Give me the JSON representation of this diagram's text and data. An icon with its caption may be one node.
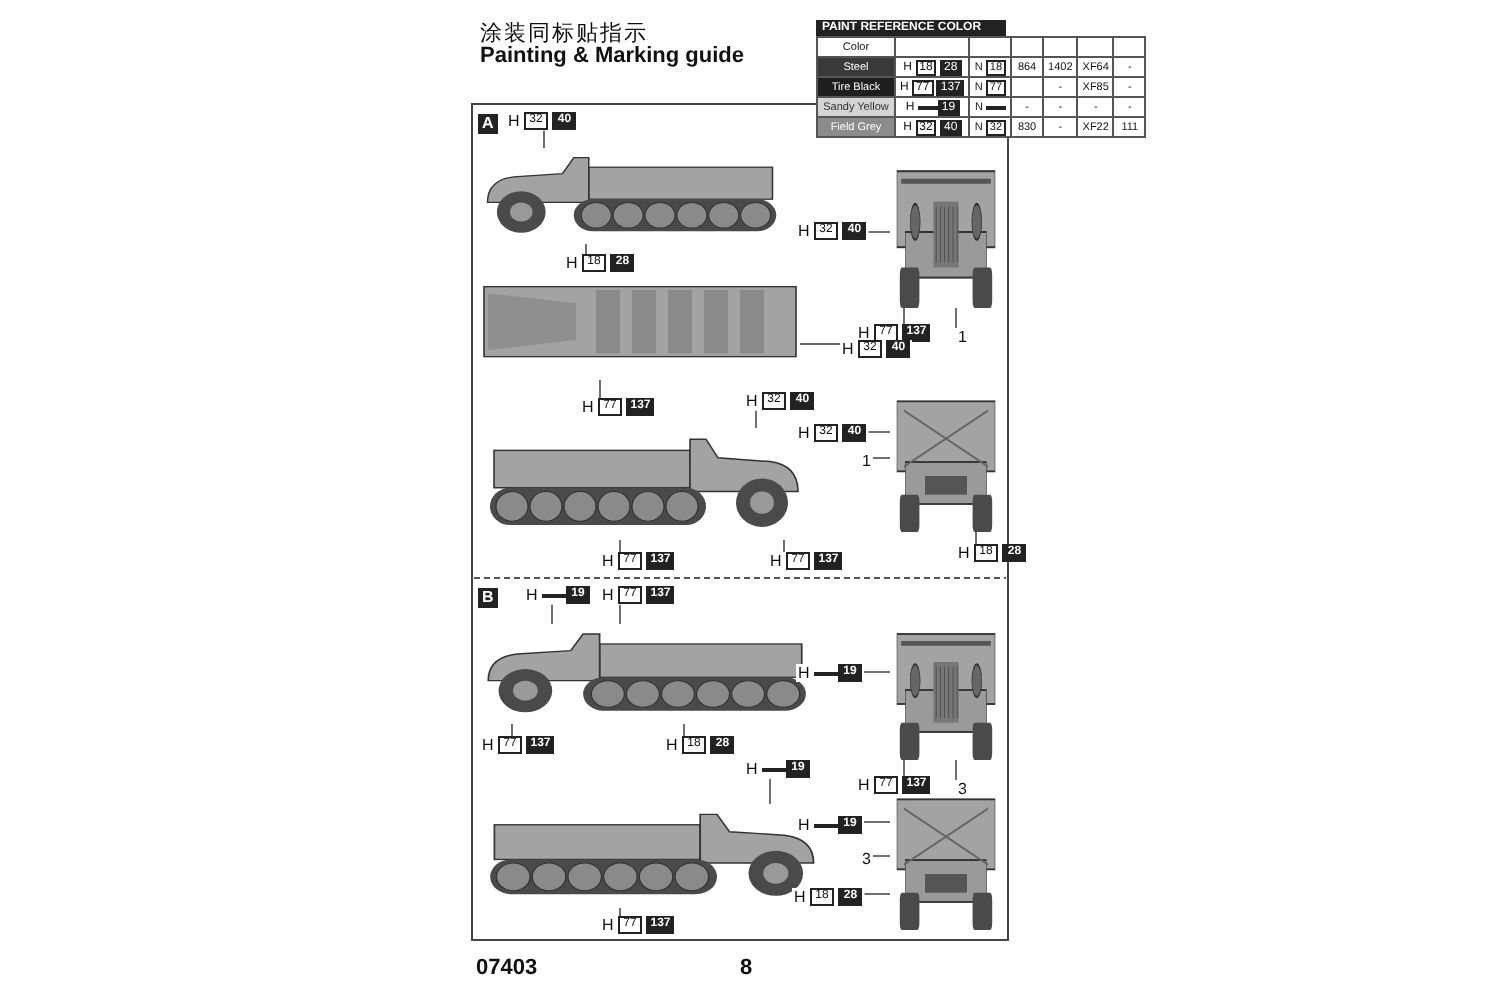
{
  "diagram": {
    "title": "Painting & Marking guide",
    "nodes": [
      {
        "text": [],
        "shape": "picture"
      },
      {
        "text": [],
        "shape": "picture"
      },
      {
        "text": [],
        "shape": "picture"
      },
      {
        "text": [],
        "shape": "picture"
      },
      {
        "text": [],
        "shape": "picture"
      },
      {
        "text": [],
        "shape": "picture"
      },
      {
        "text": [],
        "shape": "picture"
      },
      {
        "text": [],
        "shape": "picture"
      },
      {
        "text": [],
        "shape": "picture"
      },
      {
        "text": [
          "H 32 40"
        ]
      },
      {
        "text": [
          "H 18 28"
        ]
      },
      {
        "text": [
          "H 32 40"
        ]
      },
      {
        "text": [
          "H 77 137"
        ]
      },
      {
        "text": [
          "1"
        ]
      },
      {
        "text": [
          "H 32 40"
        ]
      },
      {
        "text": [
          "H 77 137"
        ]
      },
      {
        "text": [
          "H 32 40"
        ]
      },
      {
        "text": [
          "H 32 40"
        ]
      },
      {
        "text": [
          "1"
        ]
      },
      {
        "text": [
          "H 77 137"
        ]
      },
      {
        "text": [
          "H 77 137"
        ]
      },
      {
        "text": [
          "H 18 28"
        ]
      },
      {
        "text": [
          "H 19"
        ]
      },
      {
        "text": [
          "H 77 137"
        ]
      },
      {
        "text": [
          "H 19"
        ]
      },
      {
        "text": [
          "H 77 137"
        ]
      },
      {
        "text": [
          "H 18 28"
        ]
      },
      {
        "text": [
          "H 77 137"
        ]
      },
      {
        "text": [
          "3"
        ]
      },
      {
        "text": [
          "H 19"
        ]
      },
      {
        "text": [
          "H 19"
        ]
      },
      {
        "text": [
          "3"
        ]
      },
      {
        "text": [
          "H 18 28"
        ]
      },
      {
        "text": [
          "H 77 137"
        ]
      }
    ],
    "edges": [
      {
        "from": 9,
        "to": 0,
        "arrow": "none"
      },
      {
        "from": 10,
        "to": 0,
        "arrow": "none"
      },
      {
        "from": 11,
        "to": 1,
        "arrow": "none"
      },
      {
        "from": 12,
        "to": 1,
        "arrow": "none"
      },
      {
        "from": 13,
        "to": 1,
        "arrow": "none"
      },
      {
        "from": 14,
        "to": 2,
        "arrow": "none"
      },
      {
        "from": 15,
        "to": 2,
        "arrow": "none"
      },
      {
        "from": 16,
        "to": 4,
        "arrow": "none"
      },
      {
        "from": 17,
        "to": 3,
        "arrow": "none"
      },
      {
        "from": 18,
        "to": 3,
        "arrow": "none"
      },
      {
        "from": 19,
        "to": 4,
        "arrow": "none"
      },
      {
        "from": 20,
        "to": 4,
        "arrow": "none"
      },
      {
        "from": 21,
        "to": 3,
        "arrow": "none"
      },
      {
        "from": 22,
        "to": 5,
        "arrow": "none"
      },
      {
        "from": 23,
        "to": 5,
        "arrow": "none"
      },
      {
        "from": 24,
        "to": 6,
        "arrow": "none"
      },
      {
        "from": 25,
        "to": 5,
        "arrow": "none"
      },
      {
        "from": 26,
        "to": 5,
        "arrow": "none"
      },
      {
        "from": 27,
        "to": 6,
        "arrow": "none"
      },
      {
        "from": 28,
        "to": 6,
        "arrow": "none"
      },
      {
        "from": 29,
        "to": 7,
        "arrow": "none"
      },
      {
        "from": 30,
        "to": 8,
        "arrow": "none"
      },
      {
        "from": 31,
        "to": 8,
        "arrow": "none"
      },
      {
        "from": 32,
        "to": 8,
        "arrow": "none"
      },
      {
        "from": 33,
        "to": 7,
        "arrow": "none"
      }
    ],
    "labels": [
      "涂装同标贴指示",
      "PAINT REFERENCE COLOR",
      "Color",
      "Steel",
      "H 18 28",
      "N 18",
      "864",
      "1402",
      "XF64",
      "-",
      "Tire Black",
      "H 77 137",
      "N 77",
      "-",
      "XF85",
      "-",
      "Sandy Yellow",
      "H 19",
      "N",
      "-",
      "-",
      "-",
      "-",
      "Field Grey",
      "H 32 40",
      "N 32",
      "830",
      "-",
      "XF22",
      "111",
      "A",
      "B",
      "07403",
      "8"
    ]
  }
}
